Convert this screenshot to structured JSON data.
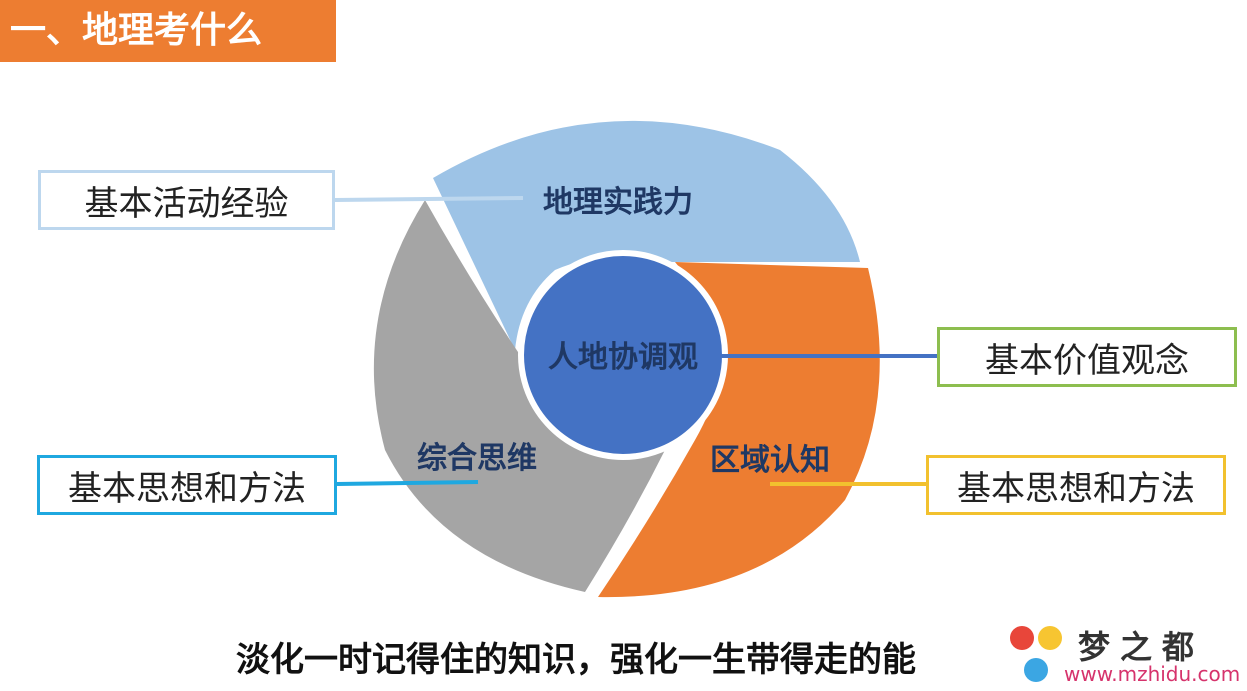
{
  "title": "一、地理考什么",
  "segments": {
    "practice": {
      "label": "地理实践力",
      "color": "#9DC3E6"
    },
    "region": {
      "label": "区域认知",
      "color": "#ED7D31"
    },
    "synthesis": {
      "label": "综合思维",
      "color": "#A5A5A5"
    },
    "center": {
      "label": "人地协调观",
      "color": "#4472C4"
    }
  },
  "callouts": {
    "activity": "基本活动经验",
    "values": "基本价值观念",
    "method_left": "基本思想和方法",
    "method_right": "基本思想和方法"
  },
  "colors": {
    "title_bg": "#ED7D31",
    "label_text": "#1F3864",
    "line_activity": "#BDD7EE",
    "line_values": "#4472C4",
    "line_method_left": "#1FA8E0",
    "line_method_right": "#F2C12E"
  },
  "bottom_text": "淡化一时记得住的知识，强化一生带得走的能",
  "logo": {
    "name": "梦之都",
    "url": "www.mzhidu.com"
  }
}
